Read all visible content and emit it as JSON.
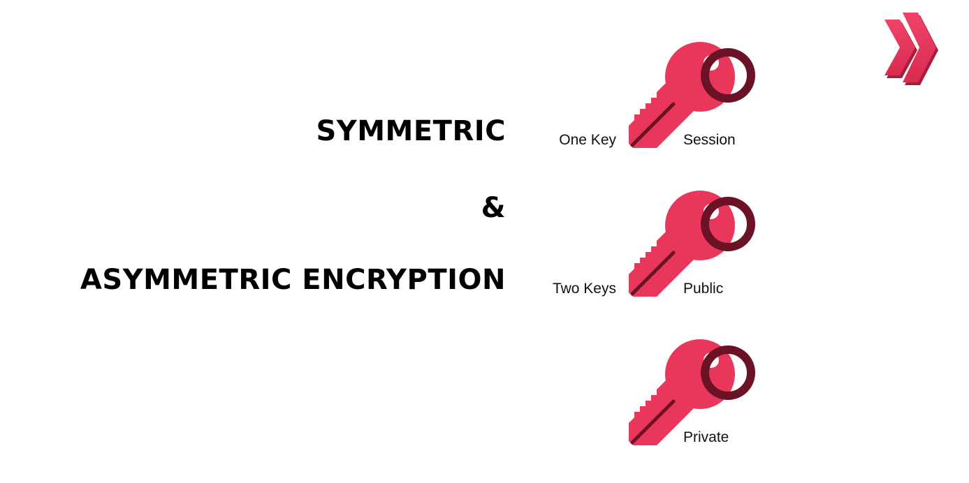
{
  "headline": {
    "symmetric": "SYMMETRIC",
    "ampersand": "&",
    "asymmetric": "ASYMMETRIC ENCRYPTION"
  },
  "keys": [
    {
      "icon": "key-icon",
      "left_label": "One Key",
      "right_label": "Session"
    },
    {
      "icon": "key-icon",
      "left_label": "Two Keys",
      "right_label": "Public"
    },
    {
      "icon": "key-icon",
      "left_label": "",
      "right_label": "Private"
    }
  ],
  "logo": {
    "icon": "double-chevron-right-icon"
  },
  "colors": {
    "key_primary": "#e8375a",
    "key_dark": "#6b1227",
    "text": "#000000",
    "background": "#ffffff"
  }
}
